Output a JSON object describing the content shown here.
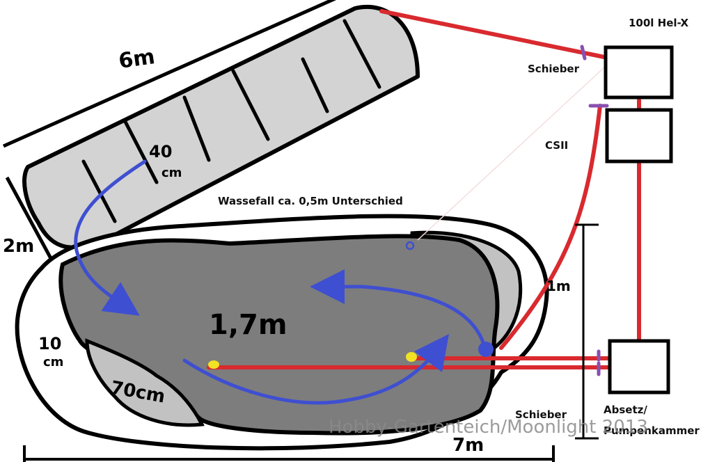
{
  "labels": {
    "hel_x": "100l Hel-X",
    "schieber_top": "Schieber",
    "csii": "CSII",
    "waterfall": "Wassefall ca. 0,5m Unterschied",
    "schieber_bottom": "Schieber",
    "absetz_line1": "Absetz/",
    "absetz_line2": "Pumpenkammer",
    "watermark": "Hobby-Gartenteich/Moonlight 2013"
  },
  "dimensions": {
    "six_m": "6m",
    "two_m": "2m",
    "forty": "40",
    "forty_unit": "cm",
    "depth_main": "1,7m",
    "ten": "10",
    "ten_unit": "cm",
    "seventy": "70cm",
    "one_m": "1m",
    "seven_m": "7m"
  },
  "colors": {
    "pipe": "#d82a2f",
    "flow": "#3f4fd1",
    "valve": "#8a4fb0",
    "inlet": "#f2e224",
    "pond_deep": "#7d7d7d",
    "pond_shallow": "#c2c2c2",
    "filter_pond": "#d3d3d3"
  }
}
